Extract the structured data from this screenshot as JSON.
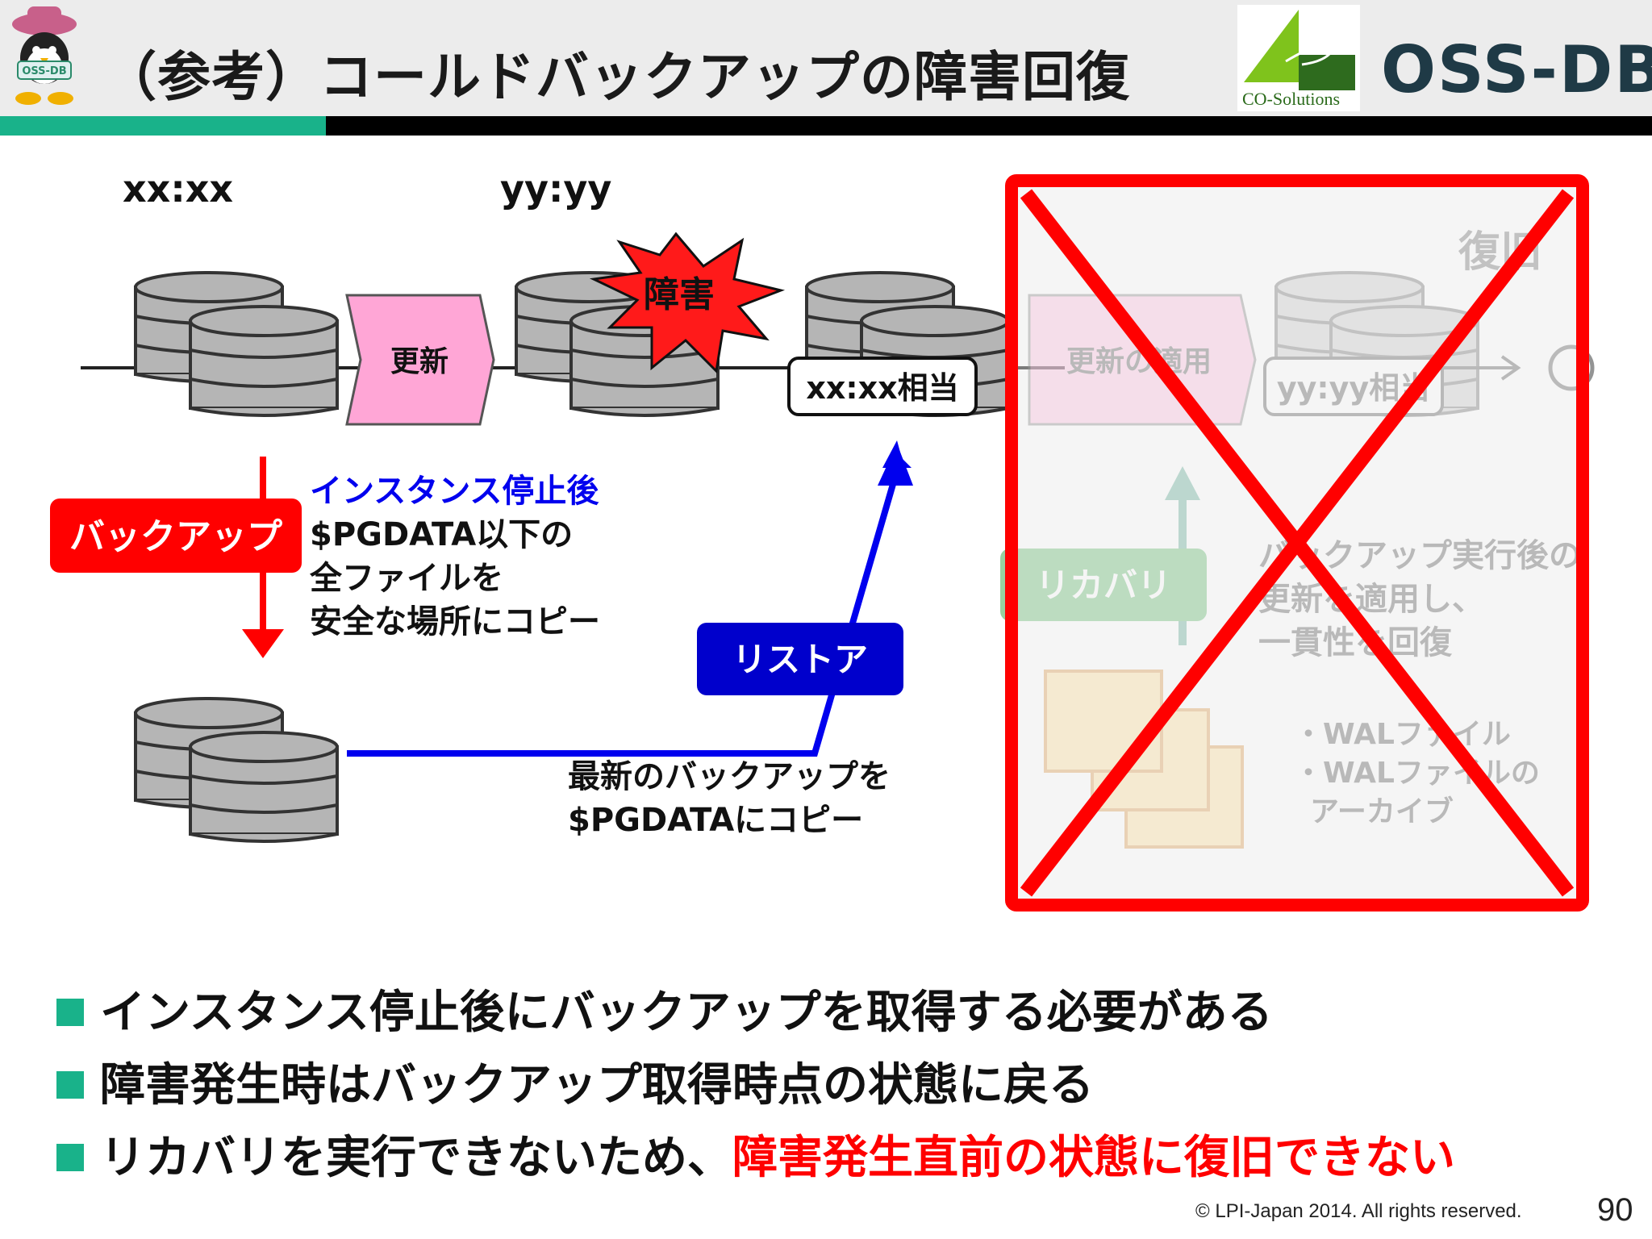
{
  "header": {
    "title": "（参考）コールドバックアップの障害回復",
    "mascot_badge": "OSS-DB",
    "co_logo": "CO-Solutions",
    "oss_logo": "OSS-DB"
  },
  "diagram": {
    "time_start": "xx:xx",
    "time_end": "yy:yy",
    "update_label": "更新",
    "failure_label": "障害",
    "equiv_label": "xx:xx相当",
    "backup_label": "バックアップ",
    "backup_note": [
      "インスタンス停止後",
      "$PGDATA以下の",
      "全ファイルを",
      "安全な場所にコピー"
    ],
    "restore_label": "リストア",
    "restore_note": [
      "最新のバックアップを",
      "$PGDATAにコピー"
    ],
    "crossed_out": {
      "apply_label": "更新の適用",
      "recover_label": "復旧",
      "equiv_label": "yy:yy相当",
      "recovery_label": "リカバリ",
      "recovery_note": [
        "バックアップ実行後の",
        "更新を適用し、",
        "一貫性を回復"
      ],
      "wal_note": [
        "・WALファイル",
        "・WALファイルの",
        "アーカイブ"
      ]
    }
  },
  "bullets": [
    {
      "text": "インスタンス停止後にバックアップを取得する必要がある"
    },
    {
      "text": "障害発生時はバックアップ取得時点の状態に戻る"
    },
    {
      "text": "リカバリを実行できないため、",
      "highlight": "障害発生直前の状態に復旧できない"
    }
  ],
  "footer": {
    "copyright": "© LPI-Japan 2014. All rights reserved.",
    "page": "90"
  },
  "colors": {
    "accent_green": "#19b28a",
    "red": "#ff0000",
    "blue": "#0000cc",
    "pink": "#ffa6d6"
  }
}
